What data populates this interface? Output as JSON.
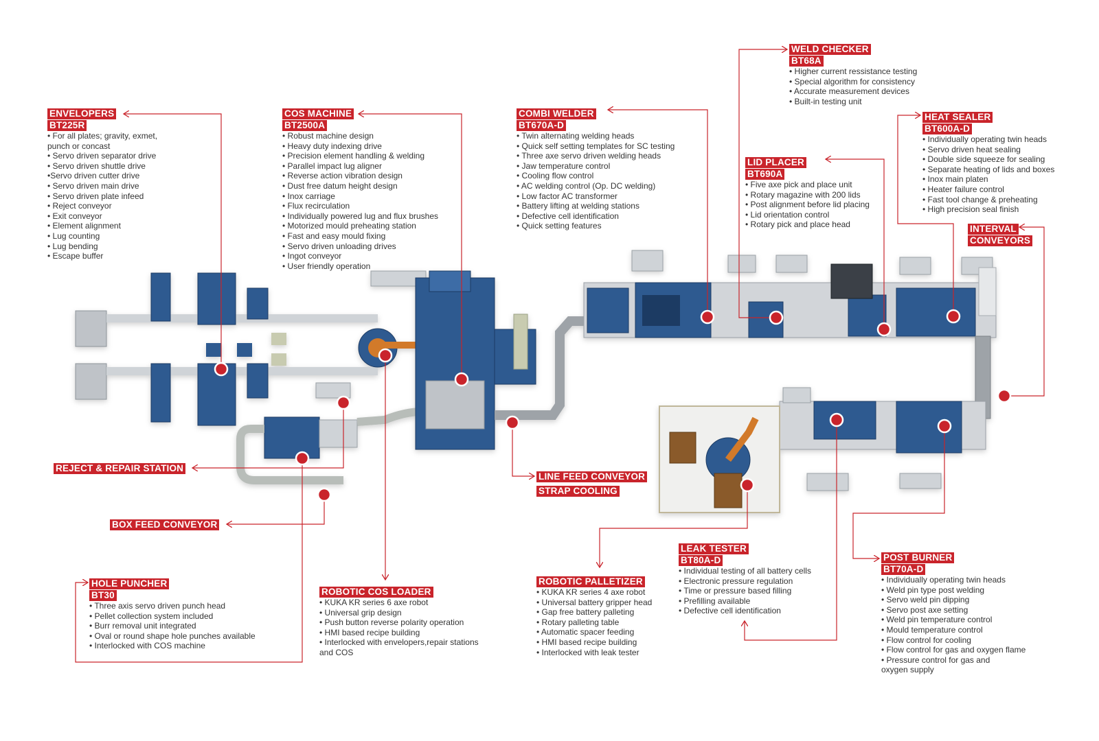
{
  "colors": {
    "accent": "#c9242b",
    "machine_blue": "#2e5a90",
    "machine_grey": "#bfc3c8",
    "text": "#333333"
  },
  "stations": [
    {
      "id": "envelopers",
      "name": "ENVELOPERS",
      "model": "BT225R",
      "features": [
        "• For all plates; gravity, exmet,",
        "punch or concast",
        "• Servo driven separator drive",
        "• Servo driven shuttle drive",
        "•Servo driven cutter drive",
        "• Servo driven main drive",
        "• Servo driven plate infeed",
        "• Reject conveyor",
        "• Exit conveyor",
        "• Element alignment",
        "• Lug counting",
        "• Lug bending",
        "• Escape buffer"
      ]
    },
    {
      "id": "cos-machine",
      "name": "COS MACHINE",
      "model": "BT2500A",
      "features": [
        "• Robust machine design",
        "• Heavy duty indexing drive",
        "• Precision element handling & welding",
        "• Parallel impact lug aligner",
        "• Reverse action vibration design",
        "• Dust free datum height design",
        "• Inox carriage",
        "• Flux recirculation",
        "• Individually powered lug and flux brushes",
        "• Motorized mould preheating station",
        "• Fast and easy mould fixing",
        "• Servo driven unloading drives",
        "• Ingot conveyor",
        "• User friendly operation"
      ]
    },
    {
      "id": "combi-welder",
      "name": "COMBI WELDER",
      "model": "BT670A-D",
      "features": [
        "• Twin alternating welding heads",
        "• Quick self setting templates for SC testing",
        "• Three axe servo driven welding heads",
        "• Jaw temperature control",
        "• Cooling flow control",
        "• AC welding control (Op. DC welding)",
        "• Low factor AC transformer",
        "• Battery lifting at welding stations",
        "• Defective cell identification",
        "• Quick setting features"
      ]
    },
    {
      "id": "weld-checker",
      "name": "WELD CHECKER",
      "model": "BT68A",
      "features": [
        "• Higher current ressistance testing",
        "• Special algorithm for consistency",
        "• Accurate measurement devices",
        "• Built-in testing unit"
      ]
    },
    {
      "id": "lid-placer",
      "name": "LID PLACER",
      "model": "BT690A",
      "features": [
        "• Five axe pick and place unit",
        "• Rotary magazine with 200 lids",
        "• Post alignment before lid placing",
        "• Lid orientation control",
        "• Rotary pick and place head"
      ]
    },
    {
      "id": "heat-sealer",
      "name": "HEAT SEALER",
      "model": "BT600A-D",
      "features": [
        "• Individually operating twin heads",
        "• Servo driven heat sealing",
        "• Double side squeeze for sealing",
        "• Separate heating of lids and boxes",
        "• Inox main platen",
        "• Heater failure control",
        "• Fast tool change & preheating",
        "• High precision seal finish"
      ]
    },
    {
      "id": "interval-conveyors",
      "name": "INTERVAL",
      "model": "CONVEYORS",
      "features": []
    },
    {
      "id": "reject-repair",
      "name": "REJECT & REPAIR STATION",
      "model": "",
      "features": []
    },
    {
      "id": "box-feed",
      "name": "BOX FEED CONVEYOR",
      "model": "",
      "features": []
    },
    {
      "id": "line-feed",
      "name": "LINE FEED CONVEYOR",
      "model": "STRAP COOLING",
      "features": []
    },
    {
      "id": "hole-puncher",
      "name": "HOLE PUNCHER",
      "model": "BT30",
      "features": [
        "• Three axis servo driven punch head",
        "• Pellet collection system included",
        "• Burr removal unit integrated",
        "• Oval or round shape hole punches available",
        "• Interlocked with COS machine"
      ]
    },
    {
      "id": "robotic-cos-loader",
      "name": "ROBOTIC COS LOADER",
      "model": "",
      "features": [
        "• KUKA KR series 6 axe robot",
        "• Universal grip design",
        "• Push button reverse polarity operation",
        "• HMI based recipe building",
        "• Interlocked with envelopers,repair stations",
        "and COS"
      ]
    },
    {
      "id": "robotic-palletizer",
      "name": "ROBOTIC PALLETIZER",
      "model": "",
      "features": [
        "• KUKA KR series 4 axe robot",
        "• Universal battery gripper head",
        "• Gap free battery palleting",
        "• Rotary palleting table",
        "• Automatic spacer feeding",
        "• HMI based recipe building",
        "• Interlocked with leak tester"
      ]
    },
    {
      "id": "leak-tester",
      "name": "LEAK TESTER",
      "model": "BT80A-D",
      "features": [
        "• Individual testing of all battery cells",
        "• Electronic pressure regulation",
        "• Time or pressure based filling",
        "• Prefilling available",
        "• Defective cell identification"
      ]
    },
    {
      "id": "post-burner",
      "name": "POST BURNER",
      "model": "BT70A-D",
      "features": [
        "• Individually operating twin heads",
        "• Weld pin type post welding",
        "• Servo weld pin dipping",
        "• Servo post axe setting",
        "• Weld pin temperature control",
        "• Mould temperature control",
        "• Flow control for cooling",
        "• Flow control for gas and oxygen flame",
        "• Pressure control for gas and",
        "oxygen supply"
      ]
    }
  ]
}
